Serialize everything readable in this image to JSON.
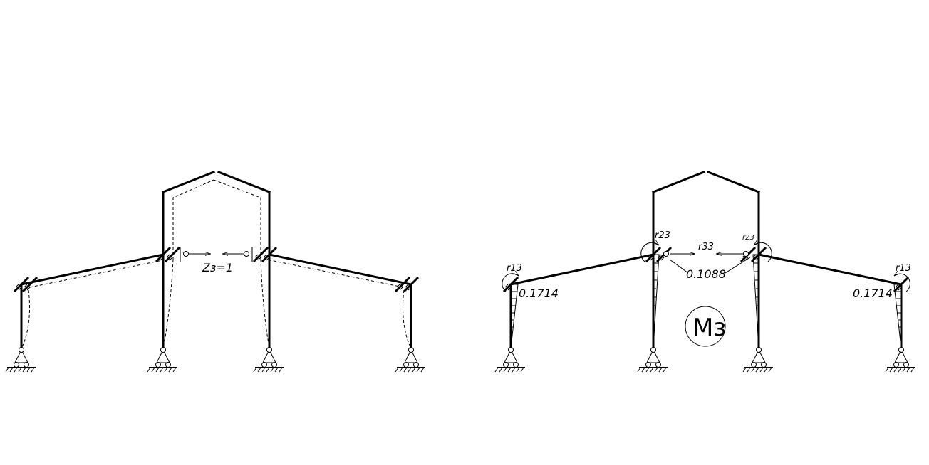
{
  "left_diagram": {
    "displacement_label": "Zз=1"
  },
  "right_diagram": {
    "reactions": {
      "r13_left": "r13",
      "r23_left": "r23",
      "r33": "r33",
      "r23_right": "r23",
      "r13_right": "r13"
    },
    "moment_values": {
      "left_outer": "0.1714",
      "center": "0.1088",
      "right_outer": "0.1714"
    },
    "diagram_label": "Mз"
  }
}
